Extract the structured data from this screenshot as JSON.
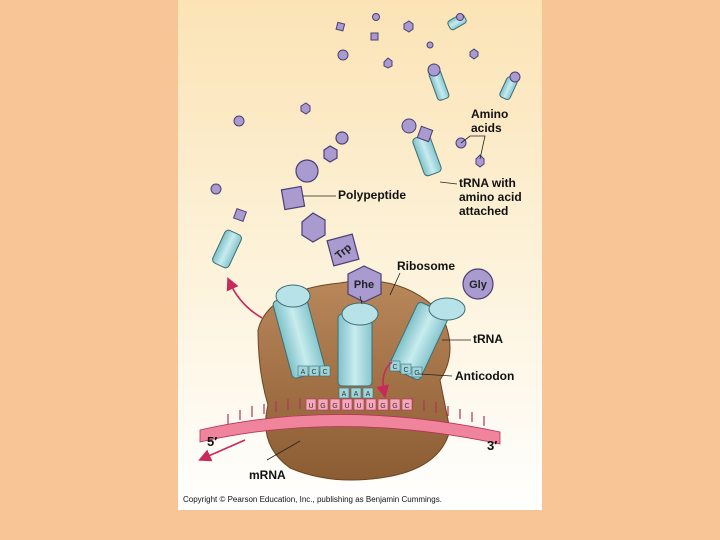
{
  "labels": {
    "amino_acids_line1": "Amino",
    "amino_acids_line2": "acids",
    "trna_attached_line1": "tRNA with",
    "trna_attached_line2": "amino acid",
    "trna_attached_line3": "attached",
    "polypeptide": "Polypeptide",
    "ribosome": "Ribosome",
    "trna": "tRNA",
    "anticodon": "Anticodon",
    "five_prime": "5′",
    "three_prime": "3′",
    "mrna": "mRNA"
  },
  "amino_acid_names": {
    "trp": "Trp",
    "phe": "Phe",
    "gly": "Gly"
  },
  "anticodon_left": [
    "A",
    "C",
    "C"
  ],
  "anticodon_middle": [
    "A",
    "A",
    "A"
  ],
  "anticodon_right": [
    "C",
    "C",
    "G"
  ],
  "codons": [
    "U",
    "G",
    "G",
    "U",
    "U",
    "U",
    "G",
    "G",
    "C"
  ],
  "copyright": "Copyright © Pearson Education, Inc., publishing as Benjamin Cummings.",
  "colors": {
    "background": "#f8c596",
    "ribosome": "#9b6a3d",
    "trna": "#9fd6dc",
    "amino_acid": "#a99ad0",
    "mrna": "#f0849d",
    "arrow": "#c8285a"
  }
}
